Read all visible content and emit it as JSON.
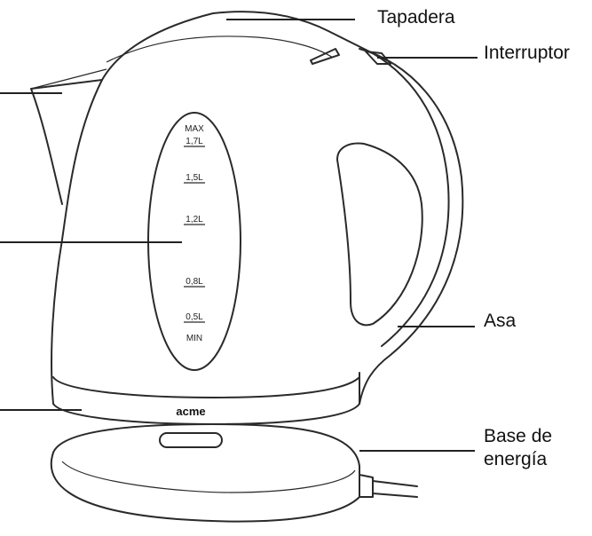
{
  "labels": {
    "lid": "Tapadera",
    "switch": "Interruptor",
    "handle": "Asa",
    "base_line1": "Base de",
    "base_line2": "energía"
  },
  "water_gauge": {
    "max": "MAX",
    "marks": [
      "1,7L",
      "1,5L",
      "1,2L",
      "0,8L",
      "0,5L"
    ],
    "min": "MIN"
  },
  "brand": "acme"
}
